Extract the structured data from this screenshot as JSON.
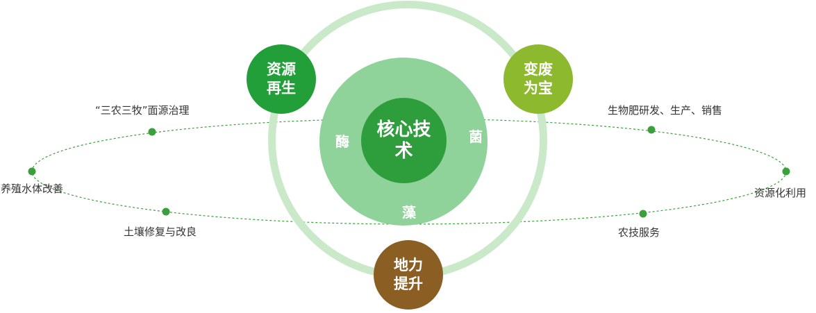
{
  "core": {
    "label": "核心技术"
  },
  "ring_words": {
    "left": "酶",
    "right": "菌",
    "bottom": "藻"
  },
  "nodes": {
    "resource_regen": "资源再生",
    "waste_to_treasure": "变废为宝",
    "soil_fertility": "地力提升"
  },
  "left_items": [
    "“三农三牧”面源治理",
    "养殖水体改善",
    "土壤修复与改良"
  ],
  "right_items": [
    "生物肥研发、生产、销售",
    "资源化利用",
    "农技服务"
  ],
  "colors": {
    "outer_ring": "#c9e9c9",
    "inner_ring": "#8fd29a",
    "core": "#2e9e3c",
    "resource_regen": "#239f39",
    "waste_to_treasure": "#8cb92d",
    "soil_fertility": "#8b5e23",
    "orbit_dots": "#3a9f3c"
  }
}
